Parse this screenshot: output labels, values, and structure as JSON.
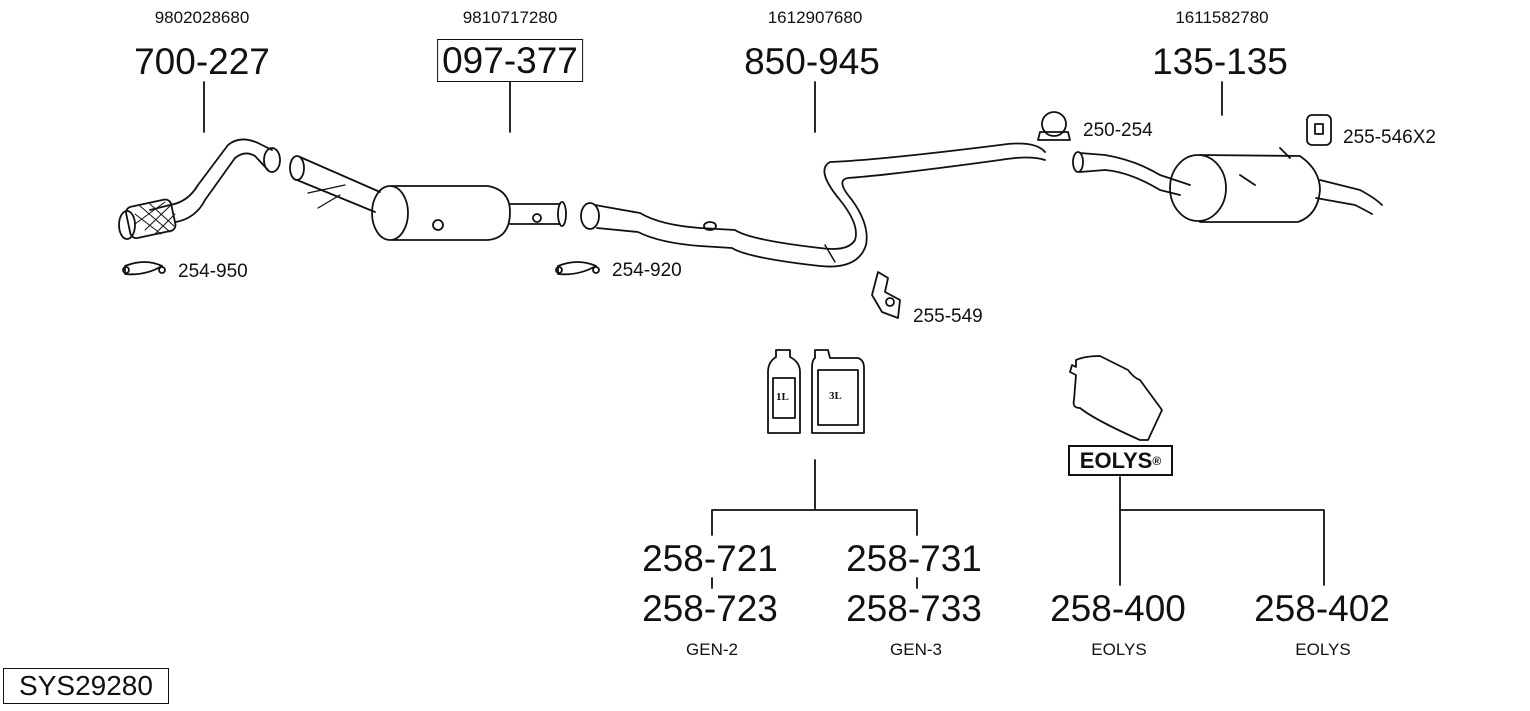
{
  "parts": [
    {
      "oem": "9802028680",
      "number": "700-227",
      "boxed": false
    },
    {
      "oem": "9810717280",
      "number": "097-377",
      "boxed": true
    },
    {
      "oem": "1612907680",
      "number": "850-945",
      "boxed": false
    },
    {
      "oem": "1611582780",
      "number": "135-135",
      "boxed": false
    }
  ],
  "accessories": [
    "254-950",
    "254-920",
    "250-254",
    "255-546X2",
    "255-549"
  ],
  "fluids": {
    "bottle_labels": [
      "1L",
      "3L"
    ],
    "gen2": {
      "top": "258-721",
      "bottom": "258-723",
      "label": "GEN-2"
    },
    "gen3": {
      "top": "258-731",
      "bottom": "258-733",
      "label": "GEN-3"
    }
  },
  "eolys": {
    "logo": "EOLYS",
    "logo_mark": "®",
    "items": [
      {
        "number": "258-400",
        "label": "EOLYS"
      },
      {
        "number": "258-402",
        "label": "EOLYS"
      }
    ]
  },
  "system_id": "SYS29280"
}
